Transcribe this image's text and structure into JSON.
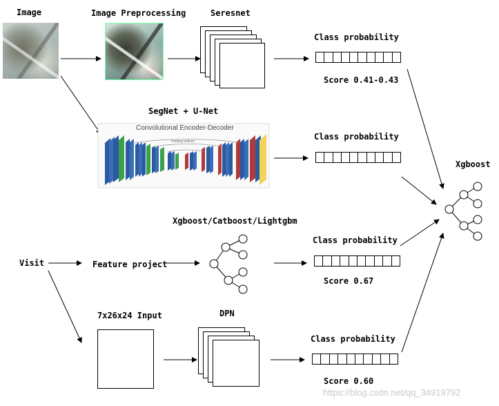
{
  "labels": {
    "image": "Image",
    "image_preprocessing": "Image Preprocessing",
    "seresnet": "Seresnet",
    "segnet_unet": "SegNet + U-Net",
    "xgb_cat_light": "Xgboost/Catboost/Lightgbm",
    "visit": "Visit",
    "feature_project": "Feature project",
    "input": "7x26x24 Input",
    "dpn": "DPN",
    "xgboost_final": "Xgboost"
  },
  "encoder_decoder": {
    "title": "Convolutional Encoder-Decoder",
    "pooling": "Pooling Indices"
  },
  "branches": [
    {
      "class_label": "Class probability",
      "score": "Score 0.41-0.43",
      "cells": 10
    },
    {
      "class_label": "Class probability",
      "score": "",
      "cells": 10
    },
    {
      "class_label": "Class probability",
      "score": "Score 0.67",
      "cells": 10
    },
    {
      "class_label": "Class probability",
      "score": "Score 0.60",
      "cells": 10
    }
  ],
  "watermark": "https://blog.csdn.net/qq_34919792",
  "colors": {
    "blue": "#2c5aa0",
    "green": "#3aa04a",
    "red": "#b03a3a",
    "yellow": "#f2d45a",
    "photo_base": "#a9b6b2"
  }
}
